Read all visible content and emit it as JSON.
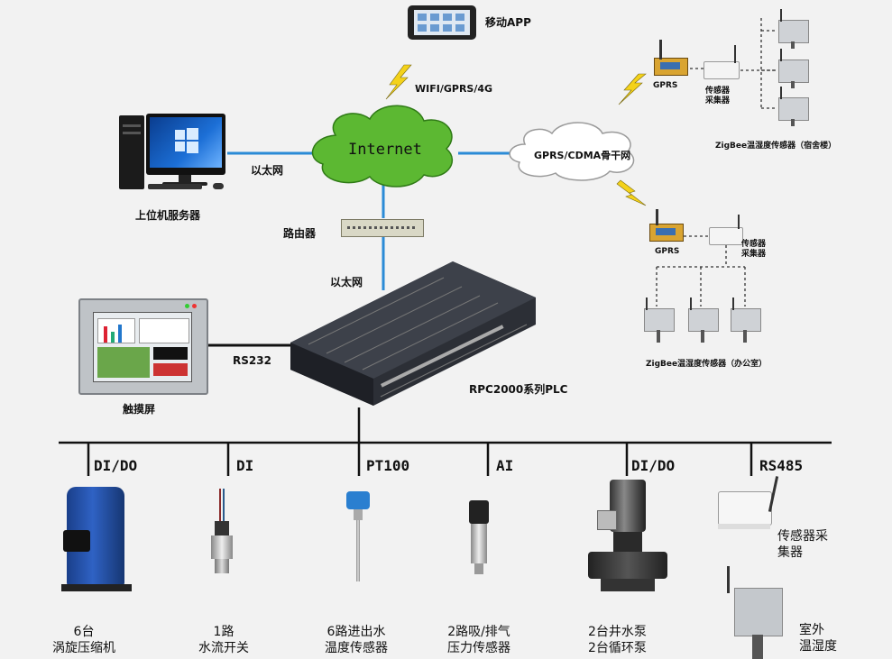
{
  "top": {
    "mobile_app": "移动APP",
    "wifi_label": "WIFI/GPRS/4G",
    "internet": "Internet",
    "gprs_cdma": "GPRS/CDMA骨干网",
    "ethernet_left": "以太网",
    "ethernet_bottom": "以太网",
    "host_server": "上位机服务器",
    "router": "路由器",
    "touchscreen": "触摸屏",
    "rs232": "RS232",
    "plc": "RPC2000系列PLC"
  },
  "zigbee_dorm": {
    "gprs": "GPRS",
    "collector": "传感器\n采集器",
    "sensors_label": "ZigBee温湿度传感器（宿舍楼）"
  },
  "zigbee_office": {
    "gprs": "GPRS",
    "collector": "传感器\n采集器",
    "sensors_label": "ZigBee温湿度传感器（办公室）"
  },
  "bus": {
    "taps": [
      {
        "signal": "DI/DO",
        "device": "6台\n涡旋压缩机"
      },
      {
        "signal": "DI",
        "device": "1路\n水流开关"
      },
      {
        "signal": "PT100",
        "device": "6路进出水\n温度传感器"
      },
      {
        "signal": "AI",
        "device": "2路吸/排气\n压力传感器"
      },
      {
        "signal": "DI/DO",
        "device": "2台井水泵\n2台循环泵"
      },
      {
        "signal": "RS485",
        "device": "传感器采\n集器"
      }
    ],
    "outdoor": "室外\n温湿度"
  },
  "colors": {
    "link_blue": "#2b8bd6",
    "cloud_green": "#4caf2a",
    "plc_body": "#2c2f36",
    "bolt_yellow": "#f4d21a"
  }
}
